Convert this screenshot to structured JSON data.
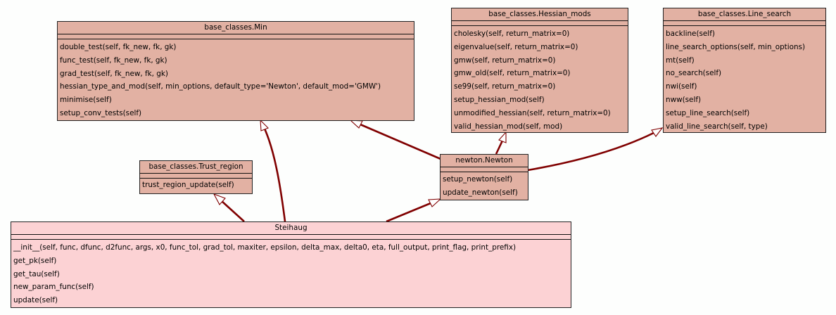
{
  "diagram": {
    "type": "uml-class-inheritance",
    "edge_color": "#800000",
    "class_fill": "#e2b1a3",
    "main_class_fill": "#fcd2d4"
  },
  "classes": {
    "min": {
      "name": "base_classes.Min",
      "methods": [
        "double_test(self, fk_new, fk, gk)",
        "func_test(self, fk_new, fk, gk)",
        "grad_test(self, fk_new, fk, gk)",
        "hessian_type_and_mod(self, min_options, default_type='Newton', default_mod='GMW')",
        "minimise(self)",
        "setup_conv_tests(self)"
      ]
    },
    "hessian_mods": {
      "name": "base_classes.Hessian_mods",
      "methods": [
        "cholesky(self, return_matrix=0)",
        "eigenvalue(self, return_matrix=0)",
        "gmw(self, return_matrix=0)",
        "gmw_old(self, return_matrix=0)",
        "se99(self, return_matrix=0)",
        "setup_hessian_mod(self)",
        "unmodified_hessian(self, return_matrix=0)",
        "valid_hessian_mod(self, mod)"
      ]
    },
    "line_search": {
      "name": "base_classes.Line_search",
      "methods": [
        "backline(self)",
        "line_search_options(self, min_options)",
        "mt(self)",
        "no_search(self)",
        "nwi(self)",
        "nww(self)",
        "setup_line_search(self)",
        "valid_line_search(self, type)"
      ]
    },
    "trust_region": {
      "name": "base_classes.Trust_region",
      "methods": [
        "trust_region_update(self)"
      ]
    },
    "newton": {
      "name": "newton.Newton",
      "methods": [
        "setup_newton(self)",
        "update_newton(self)"
      ]
    },
    "steihaug": {
      "name": "Steihaug",
      "methods": [
        "__init__(self, func, dfunc, d2func, args, x0, func_tol, grad_tol, maxiter, epsilon, delta_max, delta0, eta, full_output, print_flag, print_prefix)",
        "get_pk(self)",
        "get_tau(self)",
        "new_param_func(self)",
        "update(self)"
      ]
    }
  },
  "inheritance": [
    {
      "child": "Steihaug",
      "parent": "base_classes.Trust_region"
    },
    {
      "child": "Steihaug",
      "parent": "base_classes.Min"
    },
    {
      "child": "Steihaug",
      "parent": "newton.Newton"
    },
    {
      "child": "newton.Newton",
      "parent": "base_classes.Min"
    },
    {
      "child": "newton.Newton",
      "parent": "base_classes.Hessian_mods"
    },
    {
      "child": "newton.Newton",
      "parent": "base_classes.Line_search"
    }
  ]
}
